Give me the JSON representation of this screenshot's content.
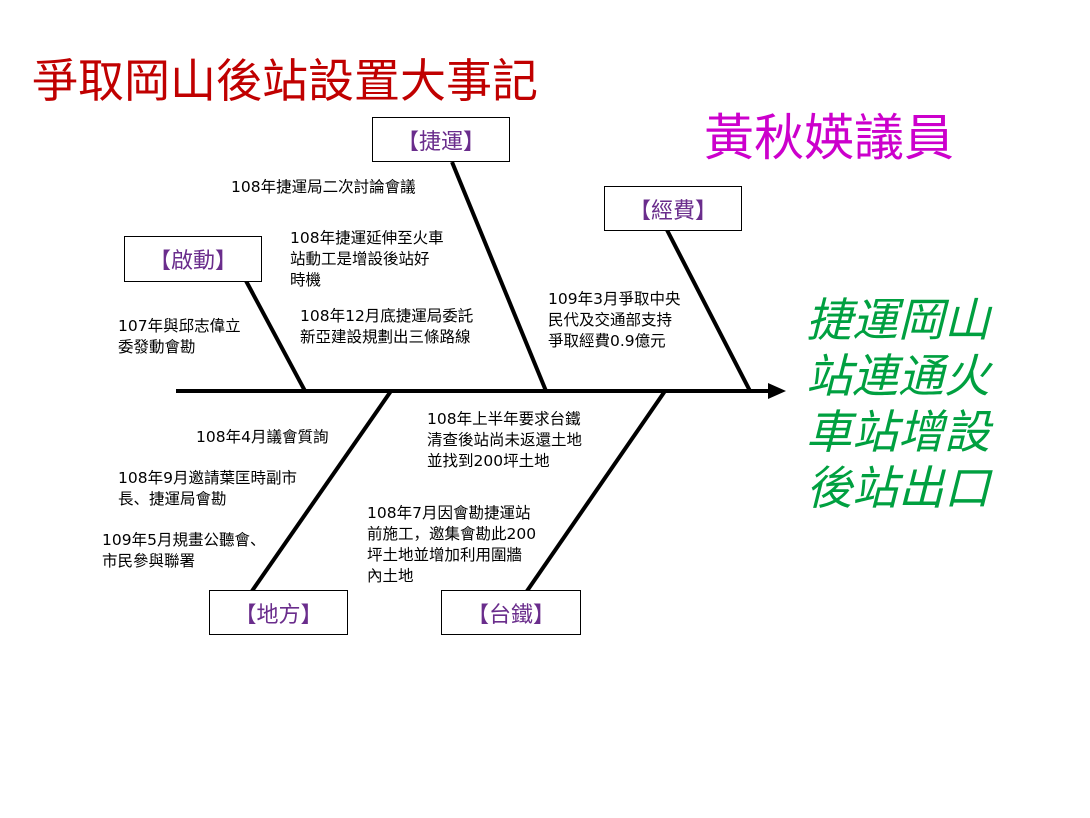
{
  "title": "爭取岡山後站設置大事記",
  "author": "黃秋媖議員",
  "goal": {
    "lines": [
      "捷運岡山",
      "站連通火",
      "車站增設",
      "後站出口"
    ]
  },
  "categories": {
    "start": "【啟動】",
    "mrt": "【捷運】",
    "budget": "【經費】",
    "local": "【地方】",
    "railway": "【台鐵】"
  },
  "events": {
    "start_1": [
      "107年與邱志偉立",
      "委發動會勘"
    ],
    "mrt_1": [
      "108年捷運局二次討論會議"
    ],
    "mrt_2": [
      "108年捷運延伸至火車",
      "站動工是增設後站好",
      "時機"
    ],
    "mrt_3": [
      "108年12月底捷運局委託",
      "新亞建設規劃出三條路線"
    ],
    "budget_1": [
      "109年3月爭取中央",
      "民代及交通部支持",
      "爭取經費0.9億元"
    ],
    "local_1": [
      "108年4月議會質詢"
    ],
    "local_2": [
      "108年9月邀請葉匡時副市",
      "長、捷運局會勘"
    ],
    "local_3": [
      "109年5月規畫公聽會、",
      "市民參與聯署"
    ],
    "railway_1": [
      "108年上半年要求台鐵",
      "清查後站尚未返還土地",
      "並找到200坪土地"
    ],
    "railway_2": [
      "108年7月因會勘捷運站",
      "前施工，邀集會勘此200",
      "坪土地並增加利用圍牆",
      "內土地"
    ]
  }
}
